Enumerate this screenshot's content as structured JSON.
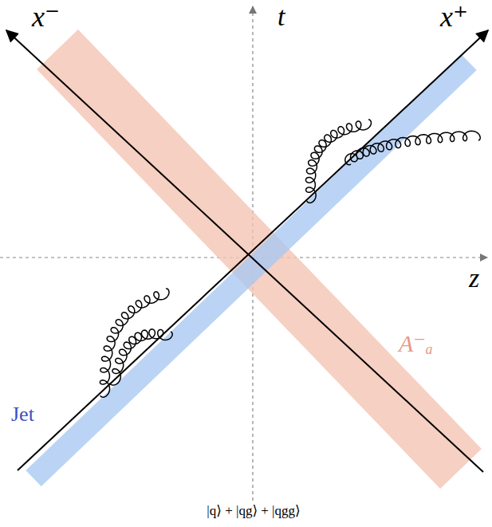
{
  "diagram": {
    "labels": [
      "x⁻",
      "t",
      "x⁺",
      "z",
      "Jet",
      "A⁻ₐ",
      "|q⟩ + |qg⟩ + |qgg⟩"
    ]
  }
}
